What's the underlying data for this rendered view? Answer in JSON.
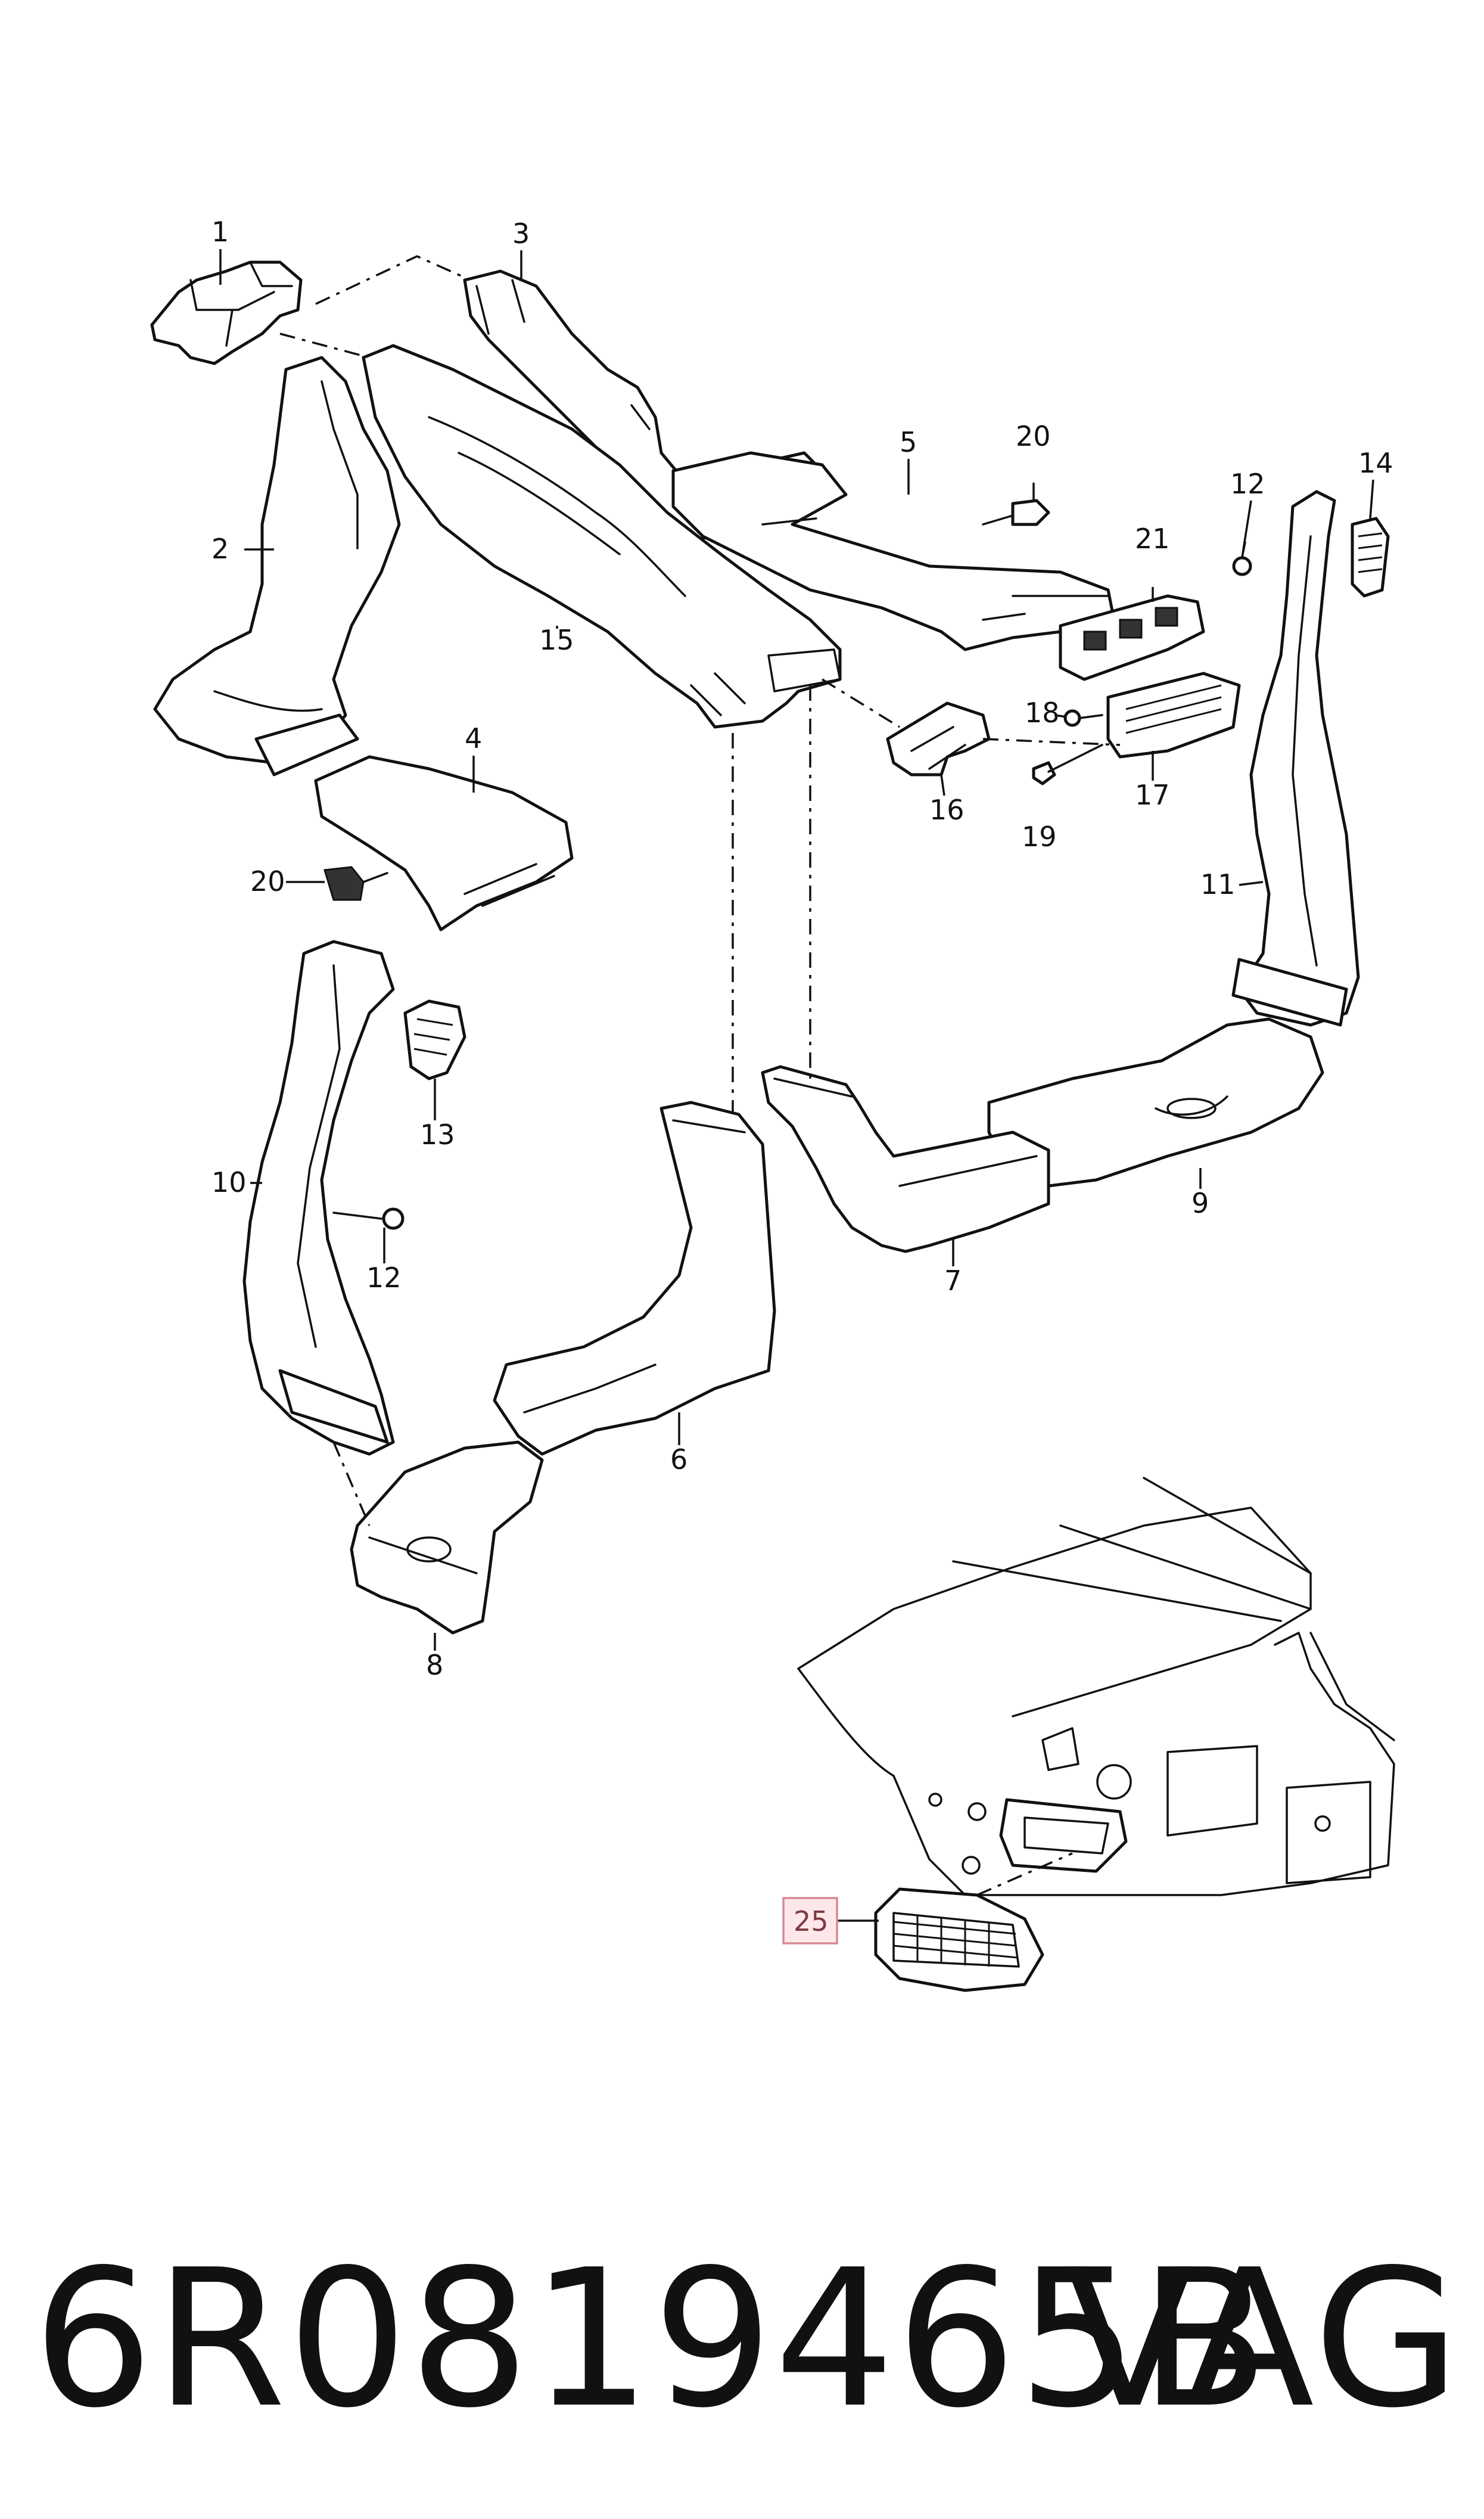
{
  "callouts": {
    "c1": "1",
    "c2": "2",
    "c3": "3",
    "c4": "4",
    "c5": "5",
    "c6": "6",
    "c7": "7",
    "c8": "8",
    "c9": "9",
    "c10": "10",
    "c11": "11",
    "c12a": "12",
    "c12b": "12",
    "c13": "13",
    "c14": "14",
    "c15": "15",
    "c16": "16",
    "c17": "17",
    "c18": "18",
    "c19": "19",
    "c20a": "20",
    "c20b": "20",
    "c21": "21",
    "c25": "25"
  },
  "highlighted_part": "25",
  "footer": {
    "part_number": "6R0819465B",
    "brand": "VAG"
  },
  "colors": {
    "line": "#111111",
    "highlight_fill": "#fde7ea",
    "highlight_border": "#d58a94"
  }
}
